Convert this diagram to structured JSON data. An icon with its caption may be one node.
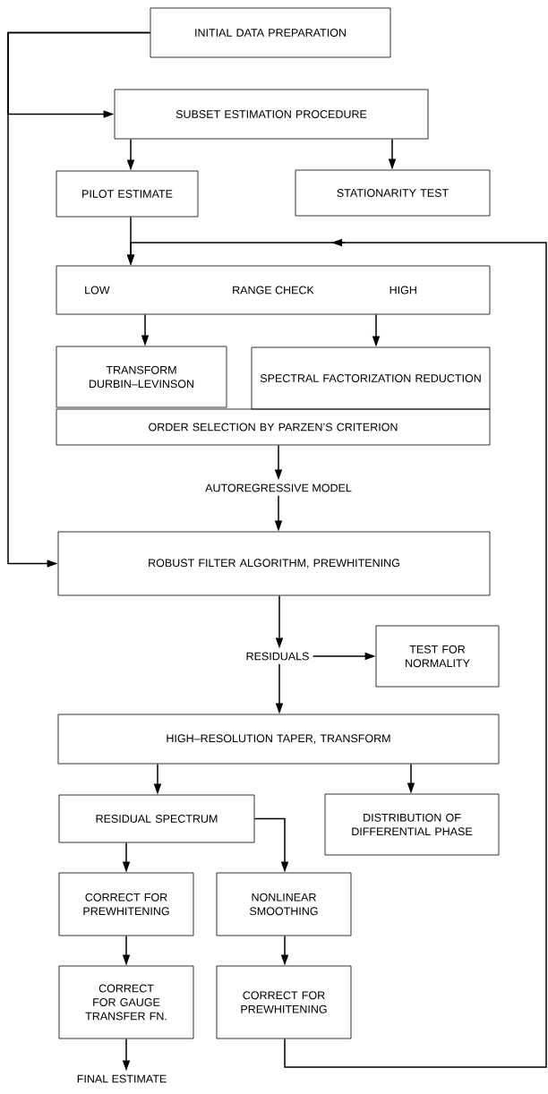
{
  "diagram": {
    "nodes": [
      {
        "text": [
          "INITIAL DATA PREPARATION"
        ]
      },
      {
        "text": [
          "SUBSET ESTIMATION PROCEDURE"
        ]
      },
      {
        "text": [
          "PILOT ESTIMATE"
        ]
      },
      {
        "text": [
          "STATIONARITY TEST"
        ]
      },
      {
        "text": [
          "LOW",
          "RANGE CHECK",
          "HIGH"
        ]
      },
      {
        "text": [
          "TRANSFORM DURBIN–LEVINSON"
        ]
      },
      {
        "text": [
          "SPECTRAL FACTORIZATION REDUCTION"
        ]
      },
      {
        "text": [
          "ORDER SELECTION BY PARZEN’S CRITERION"
        ]
      },
      {
        "text": [
          "AUTOREGRESSIVE MODEL"
        ]
      },
      {
        "text": [
          "ROBUST FILTER ALGORITHM, PREWHITENING"
        ]
      },
      {
        "text": [
          "RESIDUALS"
        ]
      },
      {
        "text": [
          "TEST FOR NORMALITY"
        ]
      },
      {
        "text": [
          "HIGH–RESOLUTION TAPER, TRANSFORM"
        ]
      },
      {
        "text": [
          "RESIDUAL SPECTRUM"
        ]
      },
      {
        "text": [
          "DISTRIBUTION OF DIFFERENTIAL PHASE"
        ]
      },
      {
        "text": [
          "CORRECT FOR PREWHITENING"
        ]
      },
      {
        "text": [
          "NONLINEAR SMOOTHING"
        ]
      },
      {
        "text": [
          "CORRECT FOR GAUGE TRANSFER FN."
        ]
      },
      {
        "text": [
          "CORRECT FOR PREWHITENING"
        ]
      },
      {
        "text": [
          "FINAL ESTIMATE"
        ]
      }
    ],
    "edges": [
      {
        "from": 0,
        "to": 1,
        "arrow": "to"
      },
      {
        "from": 0,
        "to": 9,
        "arrow": "to"
      },
      {
        "from": 1,
        "to": 2,
        "arrow": "to"
      },
      {
        "from": 1,
        "to": 3,
        "arrow": "to"
      },
      {
        "from": 2,
        "to": 4,
        "arrow": "to"
      },
      {
        "from": 18,
        "to": 4,
        "arrow": "to"
      },
      {
        "from": 4,
        "to": 5,
        "arrow": "to"
      },
      {
        "from": 4,
        "to": 6,
        "arrow": "to"
      },
      {
        "from": 7,
        "to": 8,
        "arrow": "to"
      },
      {
        "from": 8,
        "to": 9,
        "arrow": "to"
      },
      {
        "from": 9,
        "to": 10,
        "arrow": "to"
      },
      {
        "from": 10,
        "to": 11,
        "arrow": "to"
      },
      {
        "from": 10,
        "to": 12,
        "arrow": "to"
      },
      {
        "from": 12,
        "to": 13,
        "arrow": "to"
      },
      {
        "from": 12,
        "to": 14,
        "arrow": "to"
      },
      {
        "from": 13,
        "to": 15,
        "arrow": "to"
      },
      {
        "from": 13,
        "to": 16,
        "arrow": "to"
      },
      {
        "from": 15,
        "to": 17,
        "arrow": "to"
      },
      {
        "from": 16,
        "to": 18,
        "arrow": "to"
      },
      {
        "from": 17,
        "to": 19,
        "arrow": "to"
      }
    ]
  }
}
